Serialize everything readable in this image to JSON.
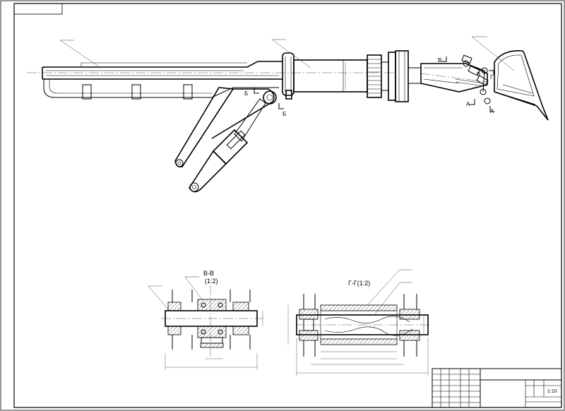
{
  "section_labels": {
    "a": "А",
    "b": "Б",
    "v": "В",
    "g": "Г"
  },
  "section_views": {
    "vv_title": "В-В",
    "vv_scale": "(1:2)",
    "gg_title": "Г-Г(1:2)"
  },
  "title_block": {
    "scale": "1:10"
  },
  "colors": {
    "line": "#000000",
    "paper": "#ffffff"
  }
}
